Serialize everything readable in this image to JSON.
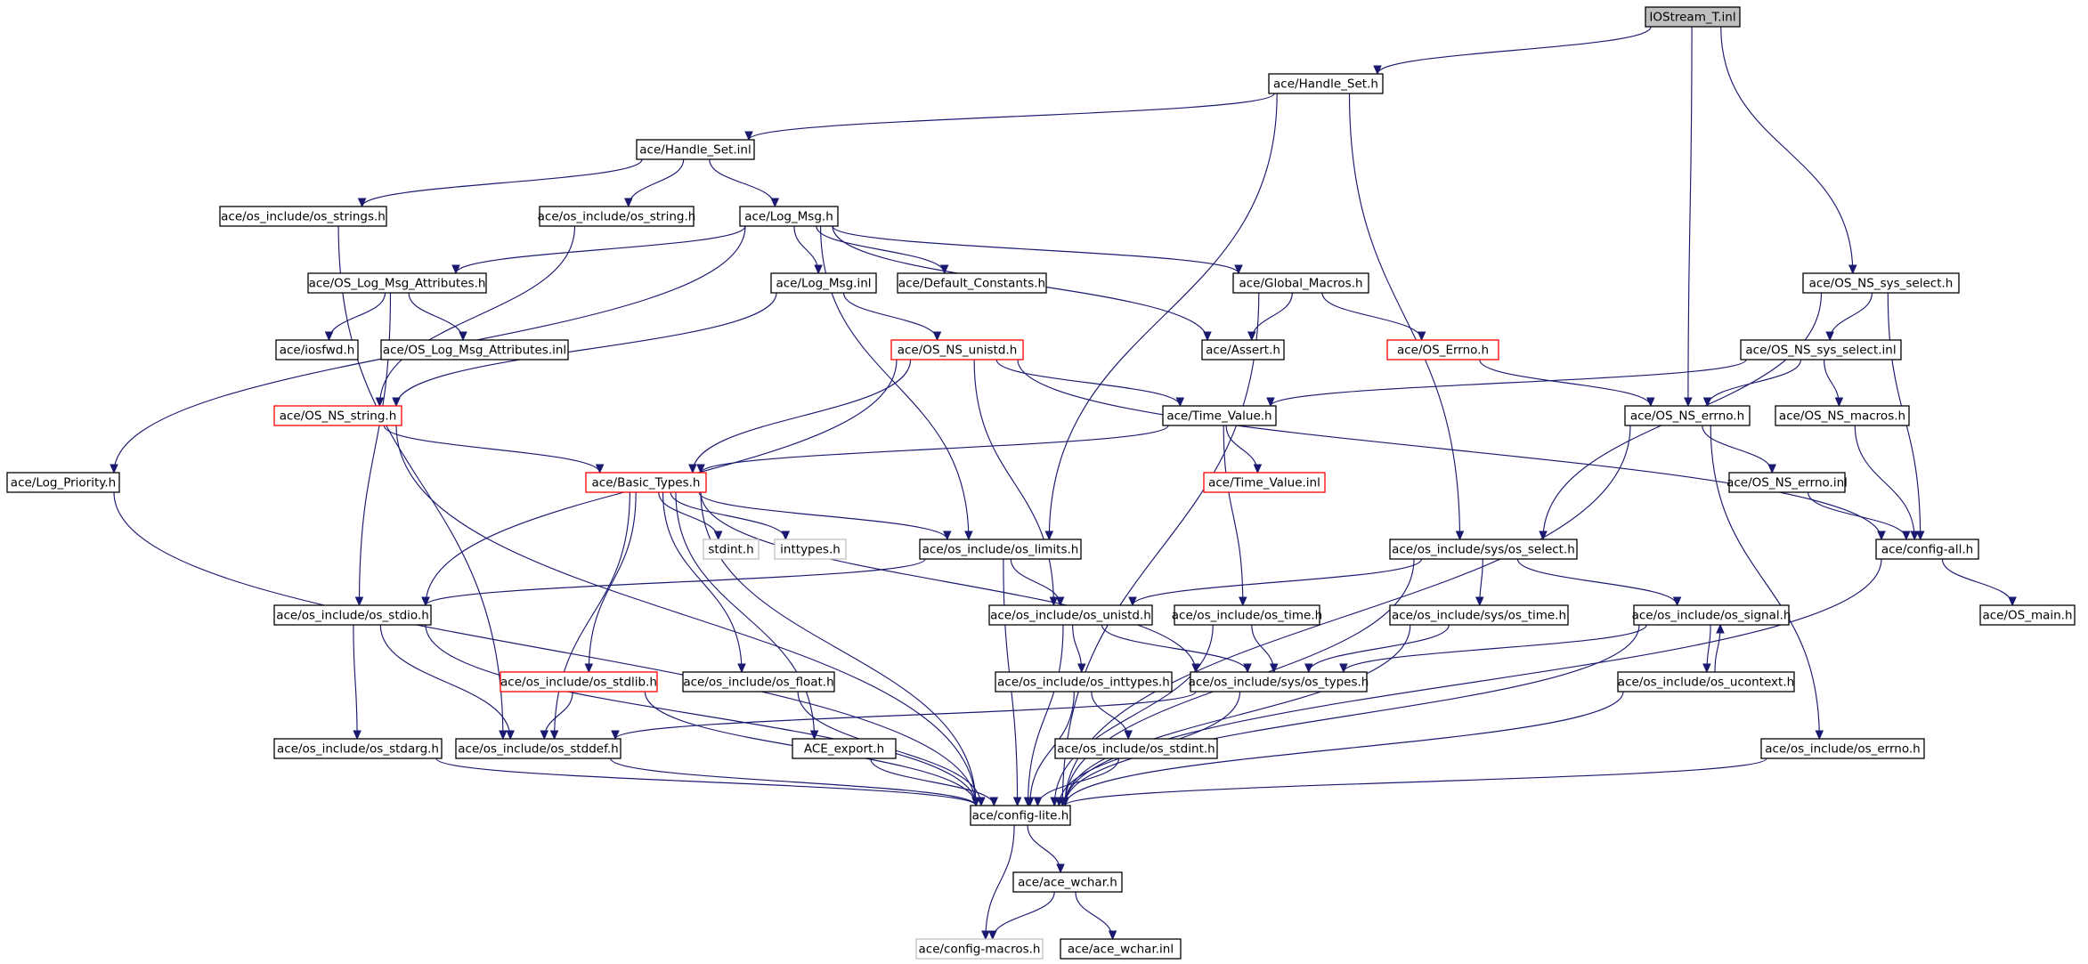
{
  "diagram": {
    "nodes": [
      {
        "id": "iostream",
        "label": "IOStream_T.inl",
        "style": "root"
      },
      {
        "id": "handle_set_h",
        "label": "ace/Handle_Set.h",
        "style": "normal"
      },
      {
        "id": "handle_set_inl",
        "label": "ace/Handle_Set.inl",
        "style": "normal"
      },
      {
        "id": "os_strings",
        "label": "ace/os_include/os_strings.h",
        "style": "normal"
      },
      {
        "id": "os_string",
        "label": "ace/os_include/os_string.h",
        "style": "normal"
      },
      {
        "id": "log_msg_h",
        "label": "ace/Log_Msg.h",
        "style": "normal"
      },
      {
        "id": "os_log_msg_attr_h",
        "label": "ace/OS_Log_Msg_Attributes.h",
        "style": "normal"
      },
      {
        "id": "log_msg_inl",
        "label": "ace/Log_Msg.inl",
        "style": "normal"
      },
      {
        "id": "default_constants",
        "label": "ace/Default_Constants.h",
        "style": "normal"
      },
      {
        "id": "global_macros",
        "label": "ace/Global_Macros.h",
        "style": "normal"
      },
      {
        "id": "os_ns_sys_select_h",
        "label": "ace/OS_NS_sys_select.h",
        "style": "normal"
      },
      {
        "id": "iosfwd",
        "label": "ace/iosfwd.h",
        "style": "normal"
      },
      {
        "id": "os_log_msg_attr_inl",
        "label": "ace/OS_Log_Msg_Attributes.inl",
        "style": "normal"
      },
      {
        "id": "os_ns_unistd",
        "label": "ace/OS_NS_unistd.h",
        "style": "red"
      },
      {
        "id": "assert_h",
        "label": "ace/Assert.h",
        "style": "normal"
      },
      {
        "id": "os_errno_h",
        "label": "ace/OS_Errno.h",
        "style": "red"
      },
      {
        "id": "os_ns_sys_select_inl",
        "label": "ace/OS_NS_sys_select.inl",
        "style": "normal"
      },
      {
        "id": "os_ns_string",
        "label": "ace/OS_NS_string.h",
        "style": "red"
      },
      {
        "id": "time_value_h",
        "label": "ace/Time_Value.h",
        "style": "normal"
      },
      {
        "id": "os_ns_errno_h",
        "label": "ace/OS_NS_errno.h",
        "style": "normal"
      },
      {
        "id": "os_ns_macros",
        "label": "ace/OS_NS_macros.h",
        "style": "normal"
      },
      {
        "id": "log_priority",
        "label": "ace/Log_Priority.h",
        "style": "normal"
      },
      {
        "id": "basic_types",
        "label": "ace/Basic_Types.h",
        "style": "red"
      },
      {
        "id": "time_value_inl",
        "label": "ace/Time_Value.inl",
        "style": "red"
      },
      {
        "id": "os_ns_errno_inl",
        "label": "ace/OS_NS_errno.inl",
        "style": "normal"
      },
      {
        "id": "stdint_h",
        "label": "stdint.h",
        "style": "gray"
      },
      {
        "id": "inttypes_h",
        "label": "inttypes.h",
        "style": "gray"
      },
      {
        "id": "os_limits",
        "label": "ace/os_include/os_limits.h",
        "style": "normal"
      },
      {
        "id": "sys_os_select",
        "label": "ace/os_include/sys/os_select.h",
        "style": "normal"
      },
      {
        "id": "config_all",
        "label": "ace/config-all.h",
        "style": "normal"
      },
      {
        "id": "os_stdio",
        "label": "ace/os_include/os_stdio.h",
        "style": "normal"
      },
      {
        "id": "os_unistd",
        "label": "ace/os_include/os_unistd.h",
        "style": "normal"
      },
      {
        "id": "os_time",
        "label": "ace/os_include/os_time.h",
        "style": "normal"
      },
      {
        "id": "sys_os_time",
        "label": "ace/os_include/sys/os_time.h",
        "style": "normal"
      },
      {
        "id": "os_signal",
        "label": "ace/os_include/os_signal.h",
        "style": "normal"
      },
      {
        "id": "os_main",
        "label": "ace/OS_main.h",
        "style": "normal"
      },
      {
        "id": "os_stdlib",
        "label": "ace/os_include/os_stdlib.h",
        "style": "red"
      },
      {
        "id": "os_float",
        "label": "ace/os_include/os_float.h",
        "style": "normal"
      },
      {
        "id": "os_inttypes",
        "label": "ace/os_include/os_inttypes.h",
        "style": "normal"
      },
      {
        "id": "sys_os_types",
        "label": "ace/os_include/sys/os_types.h",
        "style": "normal"
      },
      {
        "id": "os_ucontext",
        "label": "ace/os_include/os_ucontext.h",
        "style": "normal"
      },
      {
        "id": "os_stdarg",
        "label": "ace/os_include/os_stdarg.h",
        "style": "normal"
      },
      {
        "id": "os_stddef",
        "label": "ace/os_include/os_stddef.h",
        "style": "normal"
      },
      {
        "id": "ace_export",
        "label": "ACE_export.h",
        "style": "normal"
      },
      {
        "id": "os_stdint",
        "label": "ace/os_include/os_stdint.h",
        "style": "normal"
      },
      {
        "id": "os_errno_inc",
        "label": "ace/os_include/os_errno.h",
        "style": "normal"
      },
      {
        "id": "config_lite",
        "label": "ace/config-lite.h",
        "style": "normal"
      },
      {
        "id": "ace_wchar_h",
        "label": "ace/ace_wchar.h",
        "style": "normal"
      },
      {
        "id": "config_macros",
        "label": "ace/config-macros.h",
        "style": "gray"
      },
      {
        "id": "ace_wchar_inl",
        "label": "ace/ace_wchar.inl",
        "style": "normal"
      }
    ],
    "edges": [
      [
        "iostream",
        "handle_set_h"
      ],
      [
        "iostream",
        "os_ns_errno_h"
      ],
      [
        "iostream",
        "os_ns_sys_select_h"
      ],
      [
        "handle_set_h",
        "handle_set_inl"
      ],
      [
        "handle_set_h",
        "os_limits"
      ],
      [
        "handle_set_h",
        "sys_os_select"
      ],
      [
        "handle_set_inl",
        "os_strings"
      ],
      [
        "handle_set_inl",
        "os_string"
      ],
      [
        "handle_set_inl",
        "log_msg_h"
      ],
      [
        "os_strings",
        "os_stddef"
      ],
      [
        "os_string",
        "os_ns_string"
      ],
      [
        "log_msg_h",
        "log_priority"
      ],
      [
        "log_msg_h",
        "os_log_msg_attr_h"
      ],
      [
        "log_msg_h",
        "log_msg_inl"
      ],
      [
        "log_msg_h",
        "default_constants"
      ],
      [
        "log_msg_h",
        "global_macros"
      ],
      [
        "log_msg_h",
        "assert_h"
      ],
      [
        "log_msg_h",
        "os_limits"
      ],
      [
        "os_log_msg_attr_h",
        "iosfwd"
      ],
      [
        "os_log_msg_attr_h",
        "os_log_msg_attr_inl"
      ],
      [
        "os_log_msg_attr_h",
        "os_stdio"
      ],
      [
        "log_msg_inl",
        "os_ns_unistd"
      ],
      [
        "log_msg_inl",
        "os_ns_string"
      ],
      [
        "global_macros",
        "assert_h"
      ],
      [
        "global_macros",
        "os_errno_h"
      ],
      [
        "global_macros",
        "config_lite"
      ],
      [
        "os_errno_h",
        "os_ns_errno_h"
      ],
      [
        "os_ns_sys_select_h",
        "os_ns_sys_select_inl"
      ],
      [
        "os_ns_sys_select_h",
        "sys_os_select"
      ],
      [
        "os_ns_sys_select_h",
        "config_all"
      ],
      [
        "os_ns_sys_select_inl",
        "time_value_h"
      ],
      [
        "os_ns_sys_select_inl",
        "os_ns_errno_h"
      ],
      [
        "os_ns_sys_select_inl",
        "os_ns_macros"
      ],
      [
        "os_ns_unistd",
        "time_value_h"
      ],
      [
        "os_ns_unistd",
        "basic_types"
      ],
      [
        "os_ns_unistd",
        "os_stdio"
      ],
      [
        "os_ns_unistd",
        "os_unistd"
      ],
      [
        "os_ns_unistd",
        "config_all"
      ],
      [
        "os_ns_string",
        "basic_types"
      ],
      [
        "os_ns_string",
        "config_lite"
      ],
      [
        "time_value_h",
        "basic_types"
      ],
      [
        "time_value_h",
        "time_value_inl"
      ],
      [
        "time_value_h",
        "os_time"
      ],
      [
        "os_ns_errno_h",
        "os_ns_errno_inl"
      ],
      [
        "os_ns_errno_h",
        "os_errno_inc"
      ],
      [
        "os_ns_errno_h",
        "config_lite"
      ],
      [
        "os_ns_macros",
        "config_all"
      ],
      [
        "os_ns_errno_inl",
        "config_all"
      ],
      [
        "basic_types",
        "stdint_h"
      ],
      [
        "basic_types",
        "inttypes_h"
      ],
      [
        "basic_types",
        "os_limits"
      ],
      [
        "basic_types",
        "os_stdlib"
      ],
      [
        "basic_types",
        "os_float"
      ],
      [
        "basic_types",
        "ace_export"
      ],
      [
        "basic_types",
        "sys_os_types"
      ],
      [
        "basic_types",
        "os_stddef"
      ],
      [
        "basic_types",
        "config_lite"
      ],
      [
        "os_limits",
        "os_stdio"
      ],
      [
        "os_limits",
        "os_unistd"
      ],
      [
        "os_limits",
        "config_lite"
      ],
      [
        "sys_os_select",
        "os_unistd"
      ],
      [
        "sys_os_select",
        "sys_os_time"
      ],
      [
        "sys_os_select",
        "os_signal"
      ],
      [
        "sys_os_select",
        "config_lite"
      ],
      [
        "config_all",
        "os_main"
      ],
      [
        "config_all",
        "config_lite"
      ],
      [
        "os_stdio",
        "os_stdarg"
      ],
      [
        "os_stdio",
        "os_stddef"
      ],
      [
        "os_stdio",
        "config_lite"
      ],
      [
        "os_unistd",
        "os_inttypes"
      ],
      [
        "os_unistd",
        "sys_os_types"
      ],
      [
        "os_unistd",
        "config_lite"
      ],
      [
        "os_time",
        "sys_os_types"
      ],
      [
        "os_time",
        "config_lite"
      ],
      [
        "sys_os_time",
        "sys_os_types"
      ],
      [
        "sys_os_time",
        "config_lite"
      ],
      [
        "os_signal",
        "sys_os_types"
      ],
      [
        "os_signal",
        "os_ucontext"
      ],
      [
        "os_signal",
        "config_lite"
      ],
      [
        "os_ucontext",
        "os_signal"
      ],
      [
        "os_ucontext",
        "config_lite"
      ],
      [
        "os_stdlib",
        "os_stddef"
      ],
      [
        "os_stdlib",
        "config_lite"
      ],
      [
        "os_float",
        "config_lite"
      ],
      [
        "os_inttypes",
        "os_stdint"
      ],
      [
        "os_inttypes",
        "config_lite"
      ],
      [
        "sys_os_types",
        "os_stddef"
      ],
      [
        "sys_os_types",
        "config_lite"
      ],
      [
        "os_stdarg",
        "config_lite"
      ],
      [
        "os_stddef",
        "config_lite"
      ],
      [
        "ace_export",
        "config_lite"
      ],
      [
        "os_stdint",
        "config_lite"
      ],
      [
        "os_errno_inc",
        "config_lite"
      ],
      [
        "log_priority",
        "config_lite"
      ],
      [
        "config_lite",
        "ace_wchar_h"
      ],
      [
        "config_lite",
        "config_macros"
      ],
      [
        "ace_wchar_h",
        "config_macros"
      ],
      [
        "ace_wchar_h",
        "ace_wchar_inl"
      ]
    ]
  }
}
